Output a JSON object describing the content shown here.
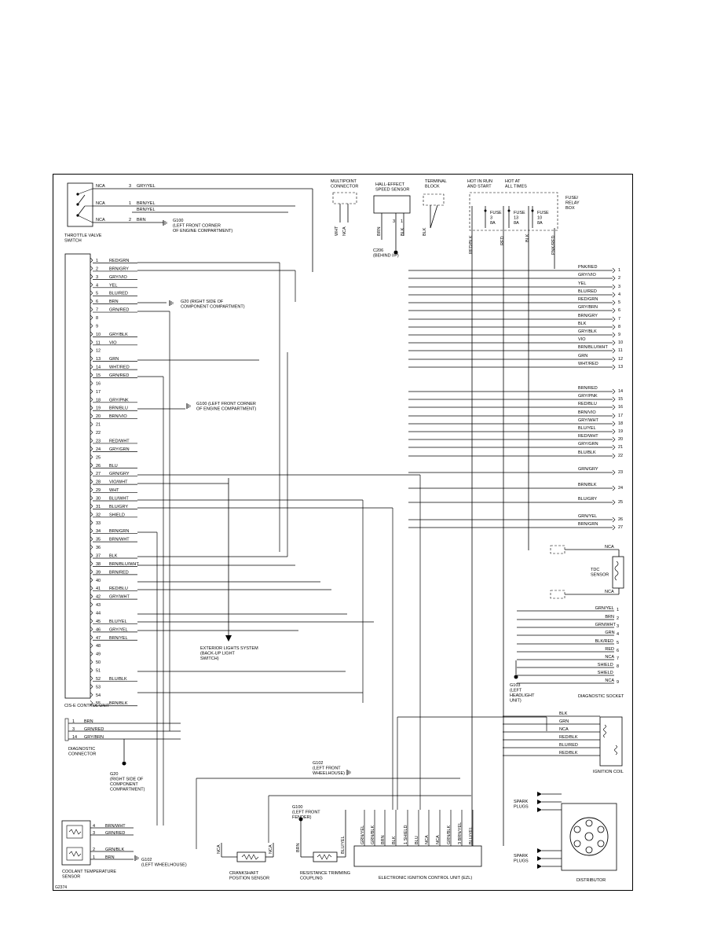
{
  "diagram": {
    "figure_id": "G2374",
    "components": {
      "throttle_valve_switch": "THROTTLE VALVE\nSWITCH",
      "cis_e_control_unit": "CIS-E CONTROL UNIT",
      "multipoint_connector": "MULTIPOINT\nCONNECTOR",
      "hall_effect_speed_sensor": "HALL-EFFECT\nSPEED SENSOR",
      "terminal_block": "TERMINAL\nBLOCK",
      "hot_in_run": "HOT IN RUN\nAND START",
      "hot_at_all_times": "HOT AT\nALL TIMES",
      "fuse_relay_box": "FUSE/\nRELAY\nBOX",
      "tdc_sensor": "TDC\nSENSOR",
      "diagnostic_socket": "DIAGNOSTIC SOCKET",
      "ignition_coil": "IGNITION COIL",
      "distributor": "DISTRIBUTOR",
      "spark_plugs_1": "SPARK\nPLUGS",
      "spark_plugs_2": "SPARK\nPLUGS",
      "diagnostic_connector": "DIAGNOSTIC\nCONNECTOR",
      "coolant_temperature_sensor": "COOLANT TEMPERATURE\nSENSOR",
      "crankshaft_position_sensor": "CRANKSHAFT\nPOSITION SENSOR",
      "resistance_trimming_coupling": "RESISTANCE TRIMMING\nCOUPLING",
      "ezl": "ELECTRONIC IGNITION CONTROL UNIT (EZL)",
      "exterior_lights": "EXTERIOR LIGHTS SYSTEM\n(BACK-UP LIGHT\nSWITCH)"
    },
    "grounds": {
      "g100_top": "G100\n(LEFT FRONT CORNER\nOF ENGINE COMPARTMENT)",
      "g20": "G20   (RIGHT SIDE OF\nCOMPONENT COMPARTMENT)",
      "g100_mid": "G100    (LEFT FRONT CORNER\nOF ENGINE COMPARTMENT)",
      "c206": "C206\n(BEHIND I/P)",
      "g103": "G103\n(LEFT\nHEADLIGHT\nUNIT)",
      "g20_bottom": "G20\n(RIGHT SIDE OF\nCOMPONENT\nCOMPARTMENT)",
      "g102": "G102\n(LEFT FRONT\nWHEELHOUSE)",
      "g100_ezl": "G100\n(LEFT FRONT\nFENDER)",
      "g102_bottom": "G102\n(LEFT WHEELHOUSE)"
    },
    "fuses": [
      {
        "label": "FUSE\n3\n8A"
      },
      {
        "label": "FUSE\n13\n8A"
      },
      {
        "label": "FUSE\n10\n8A"
      }
    ],
    "throttle_wires": [
      {
        "label": "NCA",
        "pin": "3",
        "color": "GRY/YEL"
      },
      {
        "label": "NCA",
        "pin": "1",
        "color": "BRN/YEL"
      },
      {
        "label": "",
        "pin": "",
        "color": "BRN/YEL"
      },
      {
        "label": "NCA",
        "pin": "2",
        "color": "BRN"
      }
    ],
    "cis_pins": [
      {
        "n": "1",
        "c": "RED/GRN"
      },
      {
        "n": "2",
        "c": "BRN/GRY"
      },
      {
        "n": "3",
        "c": "GRY/VIO"
      },
      {
        "n": "4",
        "c": "YEL"
      },
      {
        "n": "5",
        "c": "BLU/RED"
      },
      {
        "n": "6",
        "c": "BRN"
      },
      {
        "n": "7",
        "c": "GRN/RED"
      },
      {
        "n": "8",
        "c": ""
      },
      {
        "n": "9",
        "c": ""
      },
      {
        "n": "10",
        "c": "GRY/BLK"
      },
      {
        "n": "11",
        "c": "VIO"
      },
      {
        "n": "12",
        "c": ""
      },
      {
        "n": "13",
        "c": "GRN"
      },
      {
        "n": "14",
        "c": "WHT/RED"
      },
      {
        "n": "15",
        "c": "GRN/RED"
      },
      {
        "n": "16",
        "c": ""
      },
      {
        "n": "17",
        "c": ""
      },
      {
        "n": "18",
        "c": "GRY/PNK"
      },
      {
        "n": "19",
        "c": "BRN/BLU"
      },
      {
        "n": "20",
        "c": "BRN/VIO"
      },
      {
        "n": "21",
        "c": ""
      },
      {
        "n": "22",
        "c": ""
      },
      {
        "n": "23",
        "c": "RED/WHT"
      },
      {
        "n": "24",
        "c": "GRY/GRN"
      },
      {
        "n": "25",
        "c": ""
      },
      {
        "n": "26",
        "c": "BLU"
      },
      {
        "n": "27",
        "c": "GRN/GRY"
      },
      {
        "n": "28",
        "c": "VIO/WHT"
      },
      {
        "n": "29",
        "c": "WHT"
      },
      {
        "n": "30",
        "c": "BLU/WHT"
      },
      {
        "n": "31",
        "c": "BLU/GRY"
      },
      {
        "n": "32",
        "c": "SHIELD"
      },
      {
        "n": "33",
        "c": ""
      },
      {
        "n": "34",
        "c": "BRN/GRN"
      },
      {
        "n": "35",
        "c": "BRN/WHT"
      },
      {
        "n": "36",
        "c": ""
      },
      {
        "n": "37",
        "c": "BLK"
      },
      {
        "n": "38",
        "c": "BRN/BLU/WHT"
      },
      {
        "n": "39",
        "c": "BRN/RED"
      },
      {
        "n": "40",
        "c": ""
      },
      {
        "n": "41",
        "c": "RED/BLU"
      },
      {
        "n": "42",
        "c": "GRY/WHT"
      },
      {
        "n": "43",
        "c": ""
      },
      {
        "n": "44",
        "c": ""
      },
      {
        "n": "45",
        "c": "BLU/YEL"
      },
      {
        "n": "46",
        "c": "GRY/YEL"
      },
      {
        "n": "47",
        "c": "BRN/YEL"
      },
      {
        "n": "48",
        "c": ""
      },
      {
        "n": "49",
        "c": ""
      },
      {
        "n": "50",
        "c": ""
      },
      {
        "n": "51",
        "c": ""
      },
      {
        "n": "52",
        "c": "BLU/BLK"
      },
      {
        "n": "53",
        "c": ""
      },
      {
        "n": "54",
        "c": ""
      },
      {
        "n": "55",
        "c": "BRN/BLK"
      }
    ],
    "multipoint_pins": [
      {
        "n": "1",
        "c": "PNK/RED"
      },
      {
        "n": "2",
        "c": "GRY/VIO"
      },
      {
        "n": "3",
        "c": "YEL"
      },
      {
        "n": "4",
        "c": "BLU/RED"
      },
      {
        "n": "5",
        "c": "RED/GRN"
      },
      {
        "n": "6",
        "c": "GRY/BRN"
      },
      {
        "n": "7",
        "c": "BRN/GRY"
      },
      {
        "n": "8",
        "c": "BLK"
      },
      {
        "n": "9",
        "c": "GRY/BLK"
      },
      {
        "n": "10",
        "c": "VIO"
      },
      {
        "n": "11",
        "c": "BRN/BLU/WHT"
      },
      {
        "n": "12",
        "c": "GRN"
      },
      {
        "n": "13",
        "c": "WHT/RED"
      },
      {
        "n": "14",
        "c": "BRN/RED"
      },
      {
        "n": "15",
        "c": "GRY/PNK"
      },
      {
        "n": "16",
        "c": "RED/BLU"
      },
      {
        "n": "17",
        "c": "BRN/VIO"
      },
      {
        "n": "18",
        "c": "GRY/WHT"
      },
      {
        "n": "19",
        "c": "BLU/YEL"
      },
      {
        "n": "20",
        "c": "RED/WHT"
      },
      {
        "n": "21",
        "c": "GRY/GRN"
      },
      {
        "n": "22",
        "c": "BLU/BLK"
      },
      {
        "n": "23",
        "c": "GRN/GRY"
      },
      {
        "n": "24",
        "c": "BRN/BLK"
      },
      {
        "n": "25",
        "c": "BLU/GRY"
      },
      {
        "n": "26",
        "c": "GRN/YEL"
      },
      {
        "n": "27",
        "c": "BRN/GRN"
      }
    ],
    "tdc_wires": [
      {
        "label": "NCA"
      },
      {
        "label": "NCA"
      }
    ],
    "diag_socket_pins": [
      {
        "n": "1",
        "c": "GRN/YEL"
      },
      {
        "n": "2",
        "c": "BRN"
      },
      {
        "n": "3",
        "c": "GRN/WHT"
      },
      {
        "n": "4",
        "c": "GRN"
      },
      {
        "n": "5",
        "c": "BLK/RED"
      },
      {
        "n": "6",
        "c": "RED"
      },
      {
        "n": "7",
        "c": "NCA"
      },
      {
        "n": "8",
        "c": "SHIELD"
      },
      {
        "n": "",
        "c": "SHIELD"
      },
      {
        "n": "9",
        "c": "NCA"
      }
    ],
    "ignition_wires": [
      {
        "c": "BLK"
      },
      {
        "c": "GRN"
      },
      {
        "c": "NCA"
      },
      {
        "c": "RED/BLK"
      },
      {
        "c": "BLU/RED"
      },
      {
        "c": "RED/BLK"
      }
    ],
    "diag_connector_pins": [
      {
        "n": "1",
        "c": "BRN"
      },
      {
        "n": "3",
        "c": "GRN/RED"
      },
      {
        "n": "14",
        "c": "GRY/BRN"
      }
    ],
    "coolant_pins": [
      {
        "n": "4",
        "c": "BRN/WHT"
      },
      {
        "n": "3",
        "c": "GRN/RED"
      },
      {
        "n": "2",
        "c": "GRN/BLK"
      },
      {
        "n": "1",
        "c": "BRN"
      }
    ],
    "ezl_wires": [
      {
        "c": "GRN/YEL"
      },
      {
        "c": "GRN/BLK"
      },
      {
        "c": "BRN"
      },
      {
        "c": "BLK"
      },
      {
        "n": "1",
        "c": "SHIELD"
      },
      {
        "c": "BLU"
      },
      {
        "c": "NCA"
      },
      {
        "c": "NCA"
      },
      {
        "c": "GRN/BLK"
      },
      {
        "n": "3",
        "c": "BRN/YEL"
      },
      {
        "c": "BLU/YEL"
      }
    ],
    "crank_wires": [
      {
        "c": "NCA"
      },
      {
        "c": "NCA"
      }
    ],
    "trim_wires": [
      {
        "c": "BRN"
      },
      {
        "c": "BLU/YEL"
      }
    ],
    "top_wire_labels": [
      {
        "c": "WHT"
      },
      {
        "c": "NCA"
      },
      {
        "c": "BRN"
      },
      {
        "c": "BLK"
      },
      {
        "c": "BLK"
      },
      {
        "c": "RED/BLK"
      },
      {
        "c": "RED"
      },
      {
        "c": "BLK"
      },
      {
        "c": "PNK/RED"
      }
    ],
    "hall_pins": [
      "3",
      "1"
    ]
  }
}
